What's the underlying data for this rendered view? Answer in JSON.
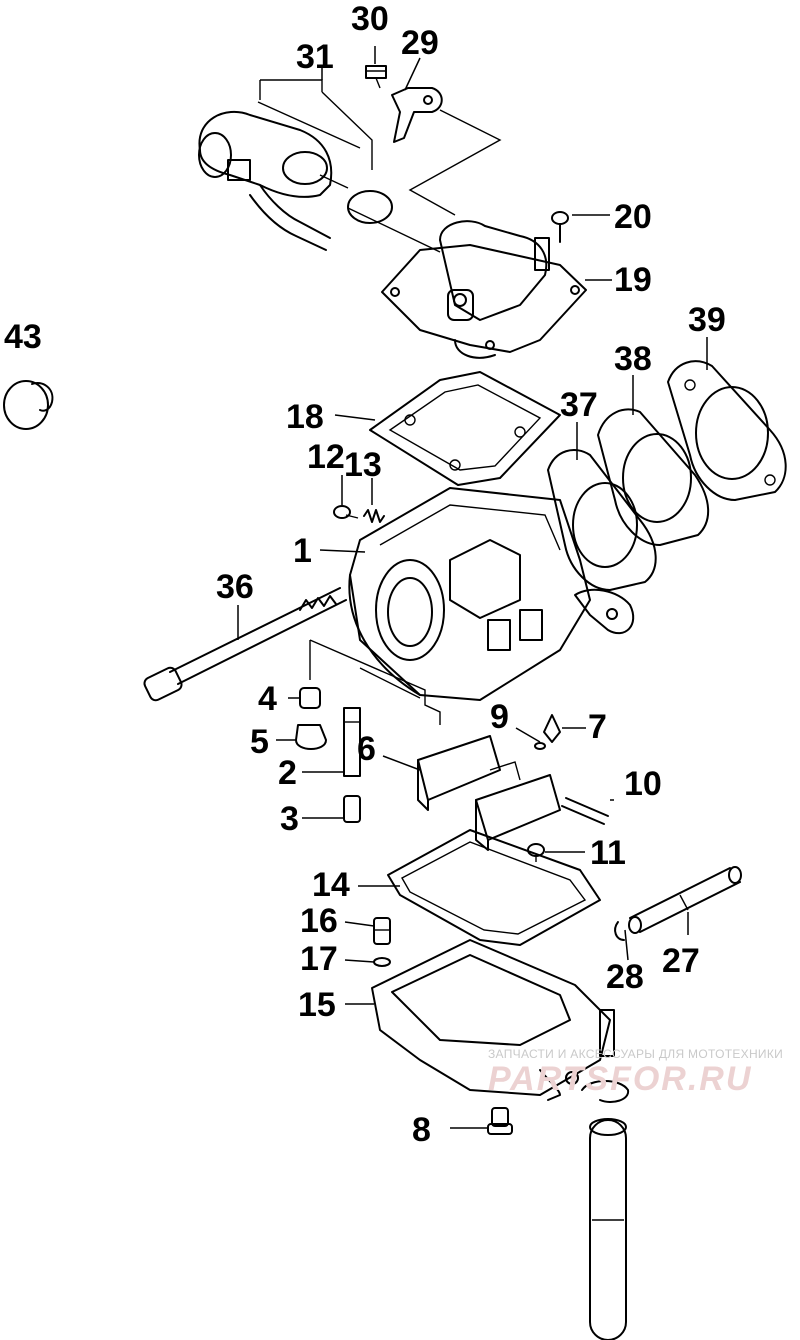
{
  "labels": {
    "p1": "1",
    "p2": "2",
    "p3": "3",
    "p4": "4",
    "p5": "5",
    "p6": "6",
    "p7": "7",
    "p8": "8",
    "p9": "9",
    "p10": "10",
    "p11": "11",
    "p12": "12",
    "p13": "13",
    "p14": "14",
    "p15": "15",
    "p16": "16",
    "p17": "17",
    "p18": "18",
    "p19": "19",
    "p20": "20",
    "p27": "27",
    "p28": "28",
    "p29": "29",
    "p30": "30",
    "p31": "31",
    "p36": "36",
    "p37": "37",
    "p38": "38",
    "p39": "39",
    "p43": "43"
  },
  "watermark": {
    "tagline": "ЗАПЧАСТИ И АКСЕССУАРЫ ДЛЯ МОТОТЕХНИКИ",
    "logo": "PARTSFOR.RU"
  }
}
